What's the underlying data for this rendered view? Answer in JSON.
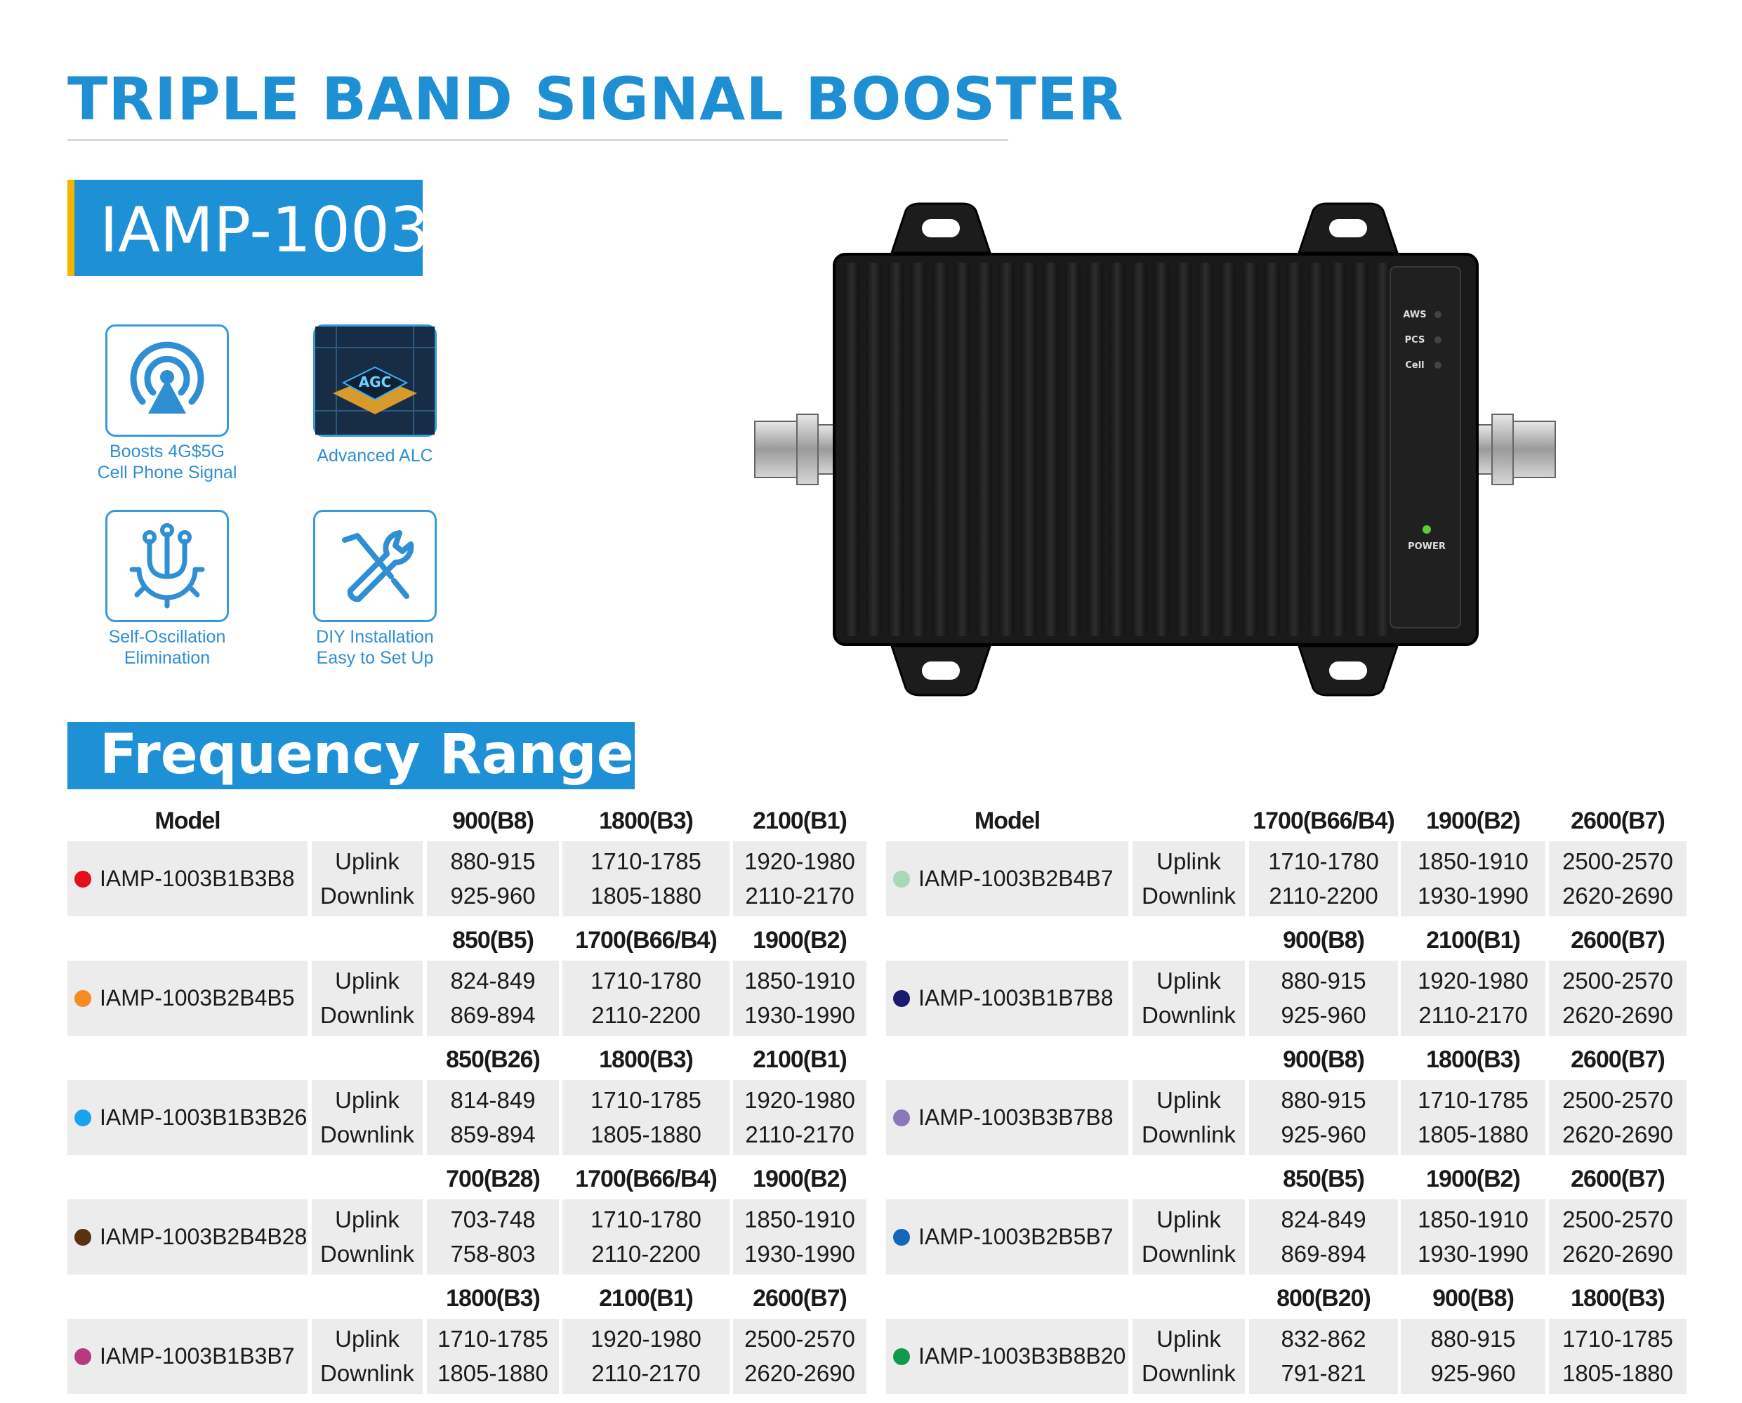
{
  "title": "TRIPLE BAND SIGNAL BOOSTER",
  "model_badge": "IAMP-1003",
  "features": [
    {
      "icon": "signal-tower-icon",
      "line1": "Boosts 4G$5G",
      "line2": "Cell Phone Signal"
    },
    {
      "icon": "alc-chip-icon",
      "line1": "Advanced ALC",
      "line2": ""
    },
    {
      "icon": "oscillation-gear-icon",
      "line1": "Self-Oscillation",
      "line2": "Elimination"
    },
    {
      "icon": "wrench-screwdriver-icon",
      "line1": "DIY Installation",
      "line2": "Easy to Set Up"
    }
  ],
  "product": {
    "leds": [
      "AWS",
      "PCS",
      "Cell"
    ],
    "power_label": "POWER",
    "chip_label": "AGC"
  },
  "frequency_heading": "Frequency Ranges:",
  "model_header": "Model",
  "uplink_label": "Uplink",
  "downlink_label": "Downlink",
  "left_groups": [
    {
      "bands": [
        "900(B8)",
        "1800(B3)",
        "2100(B1)"
      ],
      "model": "IAMP-1003B1B3B8",
      "dot": "#e3101b",
      "uplink": [
        "880-915",
        "1710-1785",
        "1920-1980"
      ],
      "downlink": [
        "925-960",
        "1805-1880",
        "2110-2170"
      ]
    },
    {
      "bands": [
        "850(B5)",
        "1700(B66/B4)",
        "1900(B2)"
      ],
      "model": "IAMP-1003B2B4B5",
      "dot": "#f68b1f",
      "uplink": [
        "824-849",
        "1710-1780",
        "1850-1910"
      ],
      "downlink": [
        "869-894",
        "2110-2200",
        "1930-1990"
      ]
    },
    {
      "bands": [
        "850(B26)",
        "1800(B3)",
        "2100(B1)"
      ],
      "model": "IAMP-1003B1B3B26",
      "dot": "#1aa3ea",
      "uplink": [
        "814-849",
        "1710-1785",
        "1920-1980"
      ],
      "downlink": [
        "859-894",
        "1805-1880",
        "2110-2170"
      ]
    },
    {
      "bands": [
        "700(B28)",
        "1700(B66/B4)",
        "1900(B2)"
      ],
      "model": "IAMP-1003B2B4B28",
      "dot": "#5a3210",
      "uplink": [
        "703-748",
        "1710-1780",
        "1850-1910"
      ],
      "downlink": [
        "758-803",
        "2110-2200",
        "1930-1990"
      ]
    },
    {
      "bands": [
        "1800(B3)",
        "2100(B1)",
        "2600(B7)"
      ],
      "model": "IAMP-1003B1B3B7",
      "dot": "#b83a7e",
      "uplink": [
        "1710-1785",
        "1920-1980",
        "2500-2570"
      ],
      "downlink": [
        "1805-1880",
        "2110-2170",
        "2620-2690"
      ]
    }
  ],
  "right_groups": [
    {
      "bands": [
        "1700(B66/B4)",
        "1900(B2)",
        "2600(B7)"
      ],
      "model": "IAMP-1003B2B4B7",
      "dot": "#a8d8b4",
      "uplink": [
        "1710-1780",
        "1850-1910",
        "2500-2570"
      ],
      "downlink": [
        "2110-2200",
        "1930-1990",
        "2620-2690"
      ]
    },
    {
      "bands": [
        "900(B8)",
        "2100(B1)",
        "2600(B7)"
      ],
      "model": "IAMP-1003B1B7B8",
      "dot": "#1a1a6e",
      "uplink": [
        "880-915",
        "1920-1980",
        "2500-2570"
      ],
      "downlink": [
        "925-960",
        "2110-2170",
        "2620-2690"
      ]
    },
    {
      "bands": [
        "900(B8)",
        "1800(B3)",
        "2600(B7)"
      ],
      "model": "IAMP-1003B3B7B8",
      "dot": "#8a78b8",
      "uplink": [
        "880-915",
        "1710-1785",
        "2500-2570"
      ],
      "downlink": [
        "925-960",
        "1805-1880",
        "2620-2690"
      ]
    },
    {
      "bands": [
        "850(B5)",
        "1900(B2)",
        "2600(B7)"
      ],
      "model": "IAMP-1003B2B5B7",
      "dot": "#1565b8",
      "uplink": [
        "824-849",
        "1850-1910",
        "2500-2570"
      ],
      "downlink": [
        "869-894",
        "1930-1990",
        "2620-2690"
      ]
    },
    {
      "bands": [
        "800(B20)",
        "900(B8)",
        "1800(B3)"
      ],
      "model": "IAMP-1003B3B8B20",
      "dot": "#129a4c",
      "uplink": [
        "832-862",
        "880-915",
        "1710-1785"
      ],
      "downlink": [
        "791-821",
        "925-960",
        "1805-1880"
      ]
    }
  ]
}
